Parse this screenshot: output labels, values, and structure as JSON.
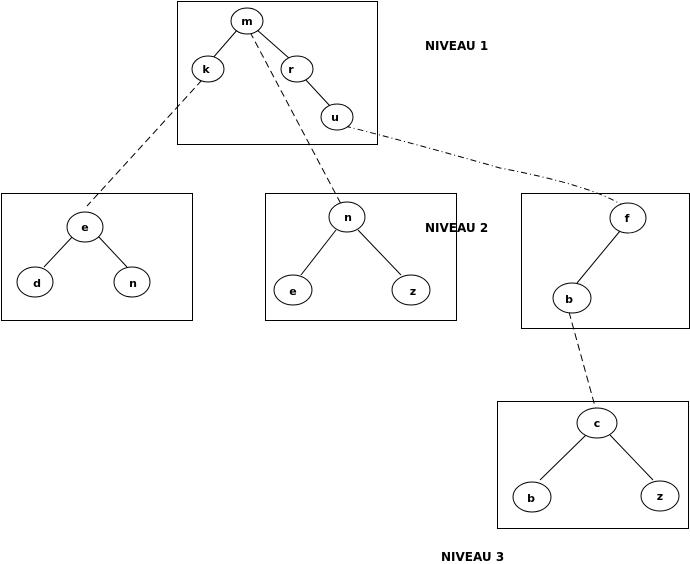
{
  "levels": {
    "level1": "NIVEAU 1",
    "level2": "NIVEAU 2",
    "level3": "NIVEAU 3"
  },
  "trees": [
    {
      "id": "tree-level1",
      "nodes": [
        {
          "id": "n1-m",
          "label": "m"
        },
        {
          "id": "n1-k",
          "label": "k"
        },
        {
          "id": "n1-r",
          "label": "r"
        },
        {
          "id": "n1-u",
          "label": "u"
        }
      ]
    },
    {
      "id": "tree-level2-left",
      "nodes": [
        {
          "id": "n2a-e",
          "label": "e"
        },
        {
          "id": "n2a-d",
          "label": "d"
        },
        {
          "id": "n2a-n",
          "label": "n"
        }
      ]
    },
    {
      "id": "tree-level2-middle",
      "nodes": [
        {
          "id": "n2b-n",
          "label": "n"
        },
        {
          "id": "n2b-e",
          "label": "e"
        },
        {
          "id": "n2b-z",
          "label": "z"
        }
      ]
    },
    {
      "id": "tree-level2-right",
      "nodes": [
        {
          "id": "n2c-f",
          "label": "f"
        },
        {
          "id": "n2c-b",
          "label": "b"
        }
      ]
    },
    {
      "id": "tree-level3",
      "nodes": [
        {
          "id": "n3-c",
          "label": "c"
        },
        {
          "id": "n3-b",
          "label": "b"
        },
        {
          "id": "n3-z",
          "label": "z"
        }
      ]
    }
  ]
}
